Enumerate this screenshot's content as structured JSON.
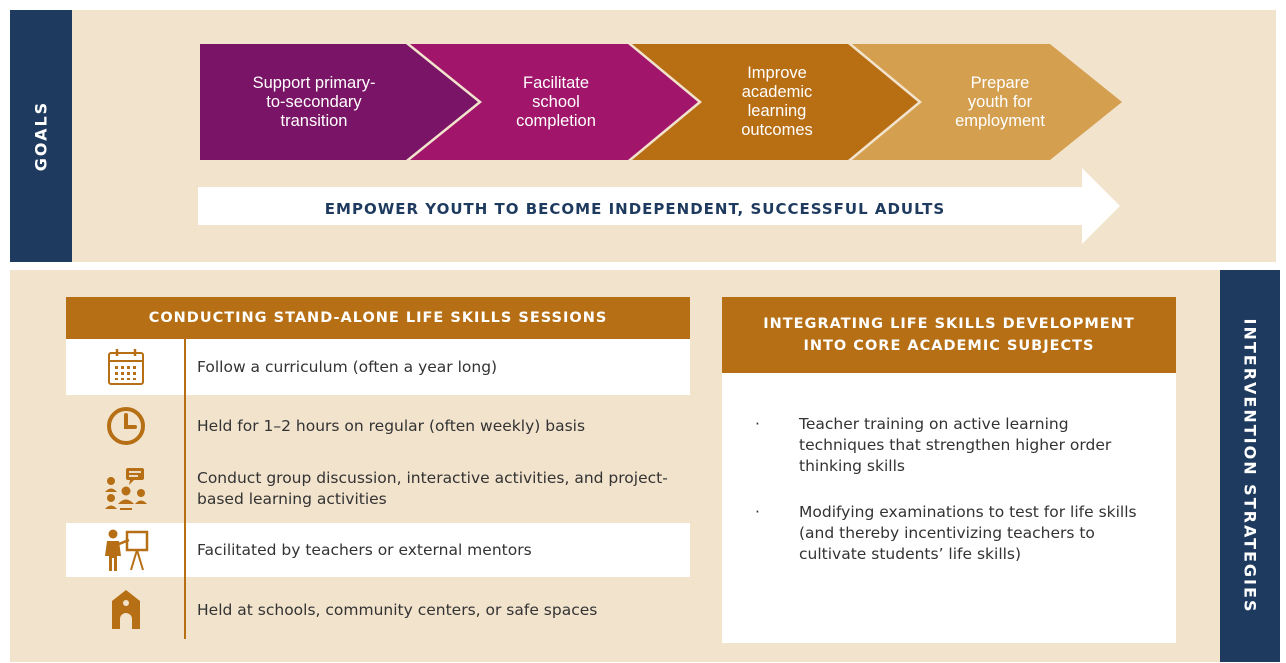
{
  "goals": {
    "side_label": "GOALS",
    "chevrons": [
      {
        "label": "Support primary-to-secondary transition",
        "lines": [
          "Support primary-",
          "to-secondary",
          "transition"
        ],
        "color": "#7a1466"
      },
      {
        "label": "Facilitate school completion",
        "lines": [
          "Facilitate",
          "school",
          "completion"
        ],
        "color": "#a1156b"
      },
      {
        "label": "Improve academic learning outcomes",
        "lines": [
          "Improve",
          "academic",
          "learning",
          "outcomes"
        ],
        "color": "#b86e13"
      },
      {
        "label": "Prepare youth for employment",
        "lines": [
          "Prepare",
          "youth for",
          "employment"
        ],
        "color": "#d4a050"
      }
    ],
    "arrow_text": "EMPOWER YOUTH TO BECOME INDEPENDENT, SUCCESSFUL ADULTS"
  },
  "strategies": {
    "side_label": "INTERVENTION STRATEGIES",
    "stand_alone": {
      "title": "CONDUCTING STAND-ALONE LIFE SKILLS SESSIONS",
      "rows": [
        {
          "icon": "calendar-icon",
          "text": "Follow a curriculum (often a year long)"
        },
        {
          "icon": "clock-icon",
          "text": "Held for 1–2 hours on regular (often weekly) basis"
        },
        {
          "icon": "group-discussion-icon",
          "text": "Conduct group discussion, interactive activities, and project-based learning activities"
        },
        {
          "icon": "teacher-icon",
          "text": "Facilitated by teachers or external mentors"
        },
        {
          "icon": "school-icon",
          "text": "Held at schools, community centers, or safe spaces"
        }
      ]
    },
    "integrating": {
      "title_line1": "INTEGRATING LIFE SKILLS DEVELOPMENT",
      "title_line2": "INTO CORE ACADEMIC SUBJECTS",
      "bullets": [
        "Teacher training on active learning techniques that strengthen higher order thinking skills",
        "Modifying examinations to test for life skills (and thereby incentivizing teachers to cultivate students’ life skills)"
      ]
    }
  },
  "colors": {
    "navy": "#1e3a5f",
    "tan_background": "#f2e3cd",
    "gold": "#b66f14"
  }
}
